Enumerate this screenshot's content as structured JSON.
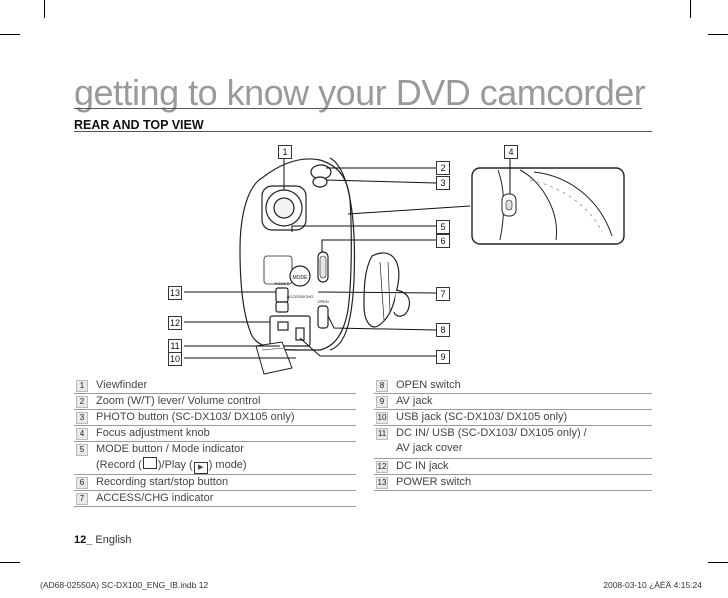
{
  "header": {
    "title": "getting to know your DVD camcorder",
    "section": "REAR AND TOP VIEW"
  },
  "callouts": [
    "1",
    "2",
    "3",
    "4",
    "5",
    "6",
    "7",
    "8",
    "9",
    "10",
    "11",
    "12",
    "13"
  ],
  "legend_left": [
    {
      "num": "1",
      "text": "Viewfinder"
    },
    {
      "num": "2",
      "text": "Zoom (W/T) lever/ Volume control"
    },
    {
      "num": "3",
      "text": "PHOTO button (SC-DX103/ DX105 only)"
    },
    {
      "num": "4",
      "text": "Focus adjustment knob"
    },
    {
      "num": "5",
      "text": "MODE button / Mode indicator",
      "cont_prefix": "(Record (",
      "cont_mid": ")/Play (",
      "cont_suffix": ") mode)"
    },
    {
      "num": "6",
      "text": "Recording start/stop button"
    },
    {
      "num": "7",
      "text": "ACCESS/CHG indicator"
    }
  ],
  "legend_right": [
    {
      "num": "8",
      "text": "OPEN switch"
    },
    {
      "num": "9",
      "text": "AV jack"
    },
    {
      "num": "10",
      "text": "USB jack (SC-DX103/ DX105 only)"
    },
    {
      "num": "11",
      "text": "DC IN/ USB (SC-DX103/ DX105 only) /",
      "cont": "AV jack cover"
    },
    {
      "num": "12",
      "text": "DC IN jack"
    },
    {
      "num": "13",
      "text": "POWER switch"
    }
  ],
  "device_labels": {
    "mode": "MODE",
    "power": "POWER",
    "access": "ACCESS/CHG",
    "open": "OPEN"
  },
  "footer": {
    "page_number": "12_",
    "language": "English",
    "slug_left": "(AD68-02550A) SC-DX100_ENG_IB.indb   12",
    "slug_right": "2008-03-10   ¿ÀÈÄ 4:15:24"
  }
}
